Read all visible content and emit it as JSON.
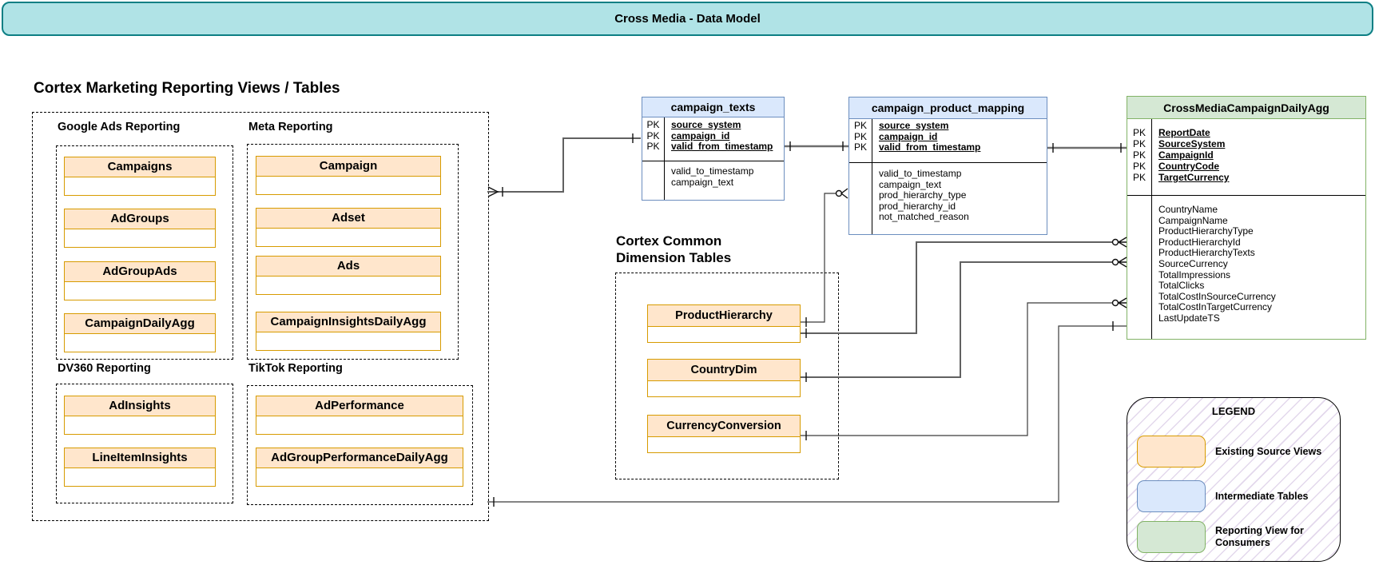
{
  "title_bar": {
    "title": "Cross Media - Data Model"
  },
  "left_panel": {
    "heading": "Cortex Marketing Reporting Views / Tables",
    "groups": [
      {
        "label": "Google Ads Reporting",
        "tables": [
          "Campaigns",
          "AdGroups",
          "AdGroupAds",
          "CampaignDailyAgg"
        ]
      },
      {
        "label": "Meta Reporting",
        "tables": [
          "Campaign",
          "Adset",
          "Ads",
          "CampaignInsightsDailyAgg"
        ]
      },
      {
        "label": "DV360 Reporting",
        "tables": [
          "AdInsights",
          "LineItemInsights"
        ]
      },
      {
        "label": "TikTok Reporting",
        "tables": [
          "AdPerformance",
          "AdGroupPerformanceDailyAgg"
        ]
      }
    ]
  },
  "dimension_panel": {
    "heading_line1": "Cortex Common",
    "heading_line2": "Dimension Tables",
    "tables": [
      "ProductHierarchy",
      "CountryDim",
      "CurrencyConversion"
    ]
  },
  "intermediate_tables": {
    "campaign_texts": {
      "title": "campaign_texts",
      "pk_label": "PK",
      "pk_fields": [
        "source_system",
        "campaign_id",
        "valid_from_timestamp"
      ],
      "fields": [
        "valid_to_timestamp",
        "campaign_text"
      ]
    },
    "campaign_product_mapping": {
      "title": "campaign_product_mapping",
      "pk_label": "PK",
      "pk_fields": [
        "source_system",
        "campaign_id",
        "valid_from_timestamp"
      ],
      "fields": [
        "valid_to_timestamp",
        "campaign_text",
        "prod_hierarchy_type",
        "prod_hierarchy_id",
        "not_matched_reason"
      ]
    }
  },
  "reporting_table": {
    "title": "CrossMediaCampaignDailyAgg",
    "pk_label": "PK",
    "pk_fields": [
      "ReportDate",
      "SourceSystem",
      "CampaignId",
      "CountryCode",
      "TargetCurrency"
    ],
    "fields": [
      "CountryName",
      "CampaignName",
      "ProductHierarchyType",
      "ProductHierarchyId",
      "ProductHierarchyTexts",
      "SourceCurrency",
      "TotalImpressions",
      "TotalClicks",
      "TotalCostInSourceCurrency",
      "TotalCostInTargetCurrency",
      "LastUpdateTS"
    ]
  },
  "legend": {
    "title": "LEGEND",
    "items": [
      {
        "label": "Existing Source Views",
        "fill": "#ffe6cc",
        "border": "#d79b00"
      },
      {
        "label": "Intermediate Tables",
        "fill": "#dae8fc",
        "border": "#6c8ebf"
      },
      {
        "label": "Reporting View for Consumers",
        "fill": "#d5e8d4",
        "border": "#82b366"
      }
    ]
  },
  "colors": {
    "title_fill": "#b0e3e6",
    "title_border": "#0c7f84",
    "source_fill": "#ffe6cc",
    "source_border": "#d79b00",
    "intermediate_fill": "#dae8fc",
    "intermediate_border": "#6c8ebf",
    "reporting_fill": "#d5e8d4",
    "reporting_border": "#82b366"
  }
}
